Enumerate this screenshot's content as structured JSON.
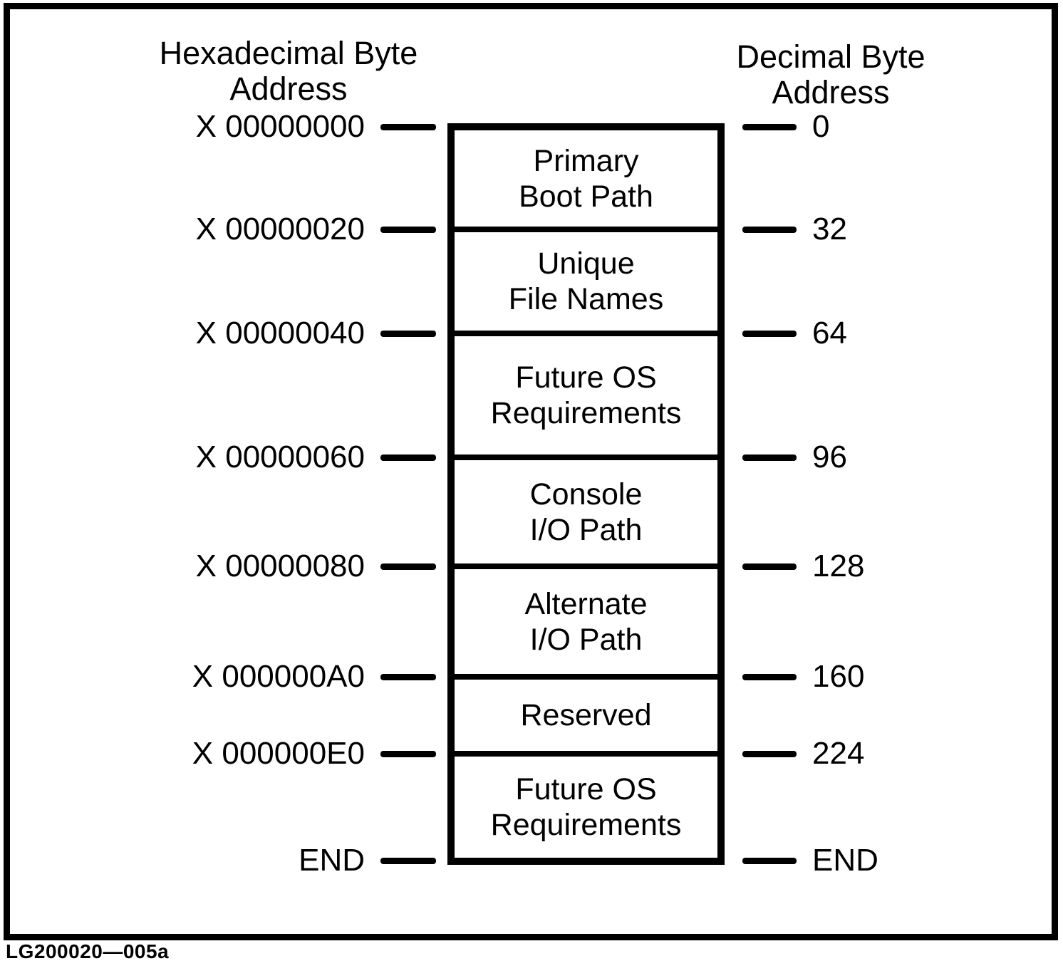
{
  "figure": {
    "caption": "LG200020—005a"
  },
  "hex_axis": {
    "title_line1": "Hexadecimal Byte",
    "title_line2": "Address",
    "labels": [
      "X 00000000",
      "X 00000020",
      "X 00000040",
      "X 00000060",
      "X 00000080",
      "X 000000A0",
      "X 000000E0",
      "END"
    ]
  },
  "dec_axis": {
    "title_line1": "Decimal Byte",
    "title_line2": "Address",
    "labels": [
      "0",
      "32",
      "64",
      "96",
      "128",
      "160",
      "224",
      "END"
    ]
  },
  "regions": [
    {
      "line1": "Primary",
      "line2": "Boot Path"
    },
    {
      "line1": "Unique",
      "line2": "File Names"
    },
    {
      "line1": "Future OS",
      "line2": "Requirements"
    },
    {
      "line1": "Console",
      "line2": "I/O Path"
    },
    {
      "line1": "Alternate",
      "line2": "I/O Path"
    },
    {
      "line1": "Reserved",
      "line2": ""
    },
    {
      "line1": "Future OS",
      "line2": "Requirements"
    }
  ],
  "colors": {
    "ink": "#000000",
    "paper": "#ffffff"
  }
}
